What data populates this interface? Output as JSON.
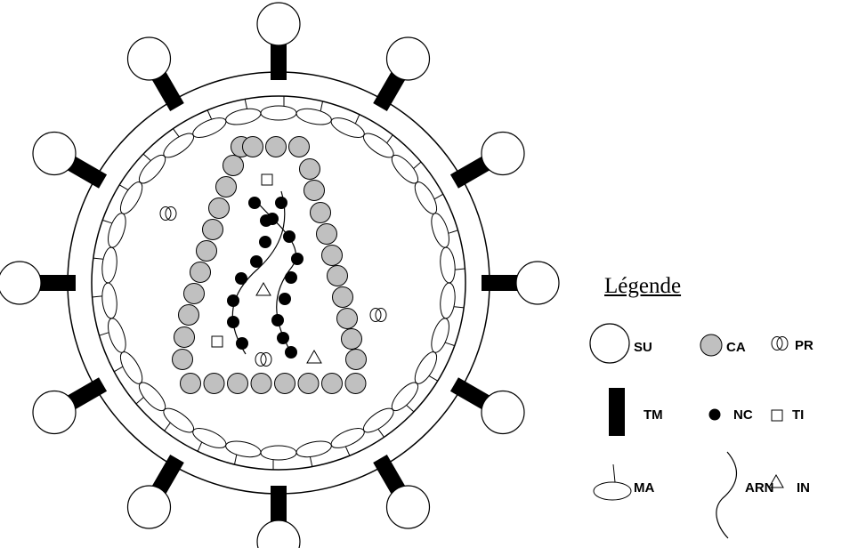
{
  "legend": {
    "title": "Légende",
    "items": [
      {
        "symbol": "open-circle",
        "label": "SU"
      },
      {
        "symbol": "gray-circle",
        "label": "CA"
      },
      {
        "symbol": "double-ring",
        "label": "PR"
      },
      {
        "symbol": "black-bar",
        "label": "TM"
      },
      {
        "symbol": "black-dot",
        "label": "NC"
      },
      {
        "symbol": "open-square",
        "label": "TI"
      },
      {
        "symbol": "ellipse-with-stem",
        "label": "MA"
      },
      {
        "symbol": "wavy-line",
        "label": "ARN"
      },
      {
        "symbol": "open-triangle",
        "label": "IN"
      }
    ]
  },
  "colors": {
    "stroke": "#000000",
    "capsid_fill": "#c0c0c0",
    "nucleocapsid_fill": "#000000",
    "background": "#ffffff"
  }
}
